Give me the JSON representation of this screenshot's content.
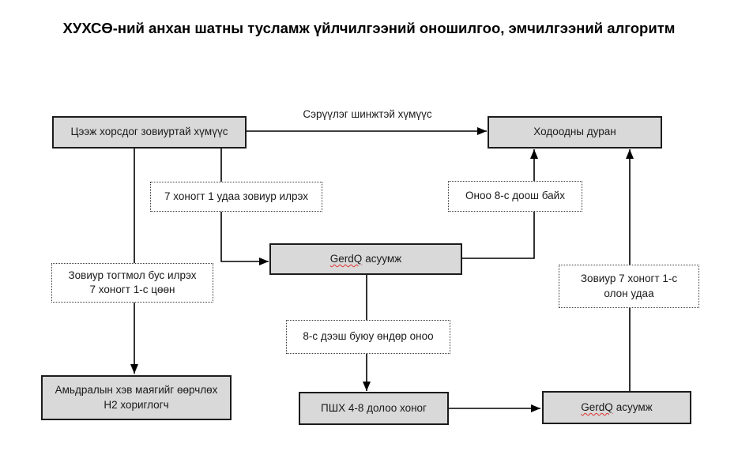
{
  "title": "ХУХСӨ-ний анхан шатны тусламж үйлчилгээний оношилгоо, эмчилгээний алгоритм",
  "colors": {
    "background": "#ffffff",
    "node_fill": "#d9d9d9",
    "node_border": "#1c1c1c",
    "dashed_border": "#3a3a3a",
    "connector": "#000000",
    "text": "#1a1a1a",
    "spellcheck": "#e03030"
  },
  "edge_labels": {
    "alarm_symptoms": "Сэрүүлэг шинжтэй хүмүүс"
  },
  "nodes": {
    "heartburn_patients": {
      "label": "Цээж хорсдог зовиуртай хүмүүс"
    },
    "gastroscopy": {
      "label": "Ходоодны дуран"
    },
    "gerdq_primary": {
      "brand": "GerdQ",
      "label": "асуумж"
    },
    "lifestyle_h2": {
      "line1": "Амьдралын хэв маягийг өөрчлөх",
      "line2": "Н2 хориглогч"
    },
    "ppi_course": {
      "label": "ПШХ 4-8 долоо хоног"
    },
    "gerdq_repeat": {
      "brand": "GerdQ",
      "label": "асуумж"
    }
  },
  "conditions": {
    "weekly_symptom": {
      "label": "7 хоногт 1 удаа зовиур илрэх"
    },
    "score_below_8": {
      "label": "Оноо 8-с доош байх"
    },
    "irregular_symptom": {
      "line1": "Зовиур тогтмол бус илрэх",
      "line2": "7 хоногт 1-с цөөн"
    },
    "symptom_over_weekly": {
      "line1": "Зовиур 7 хоногт 1-с",
      "line2": "олон удаа"
    },
    "score_8_above": {
      "label": "8-с дээш буюу өндөр оноо"
    }
  }
}
